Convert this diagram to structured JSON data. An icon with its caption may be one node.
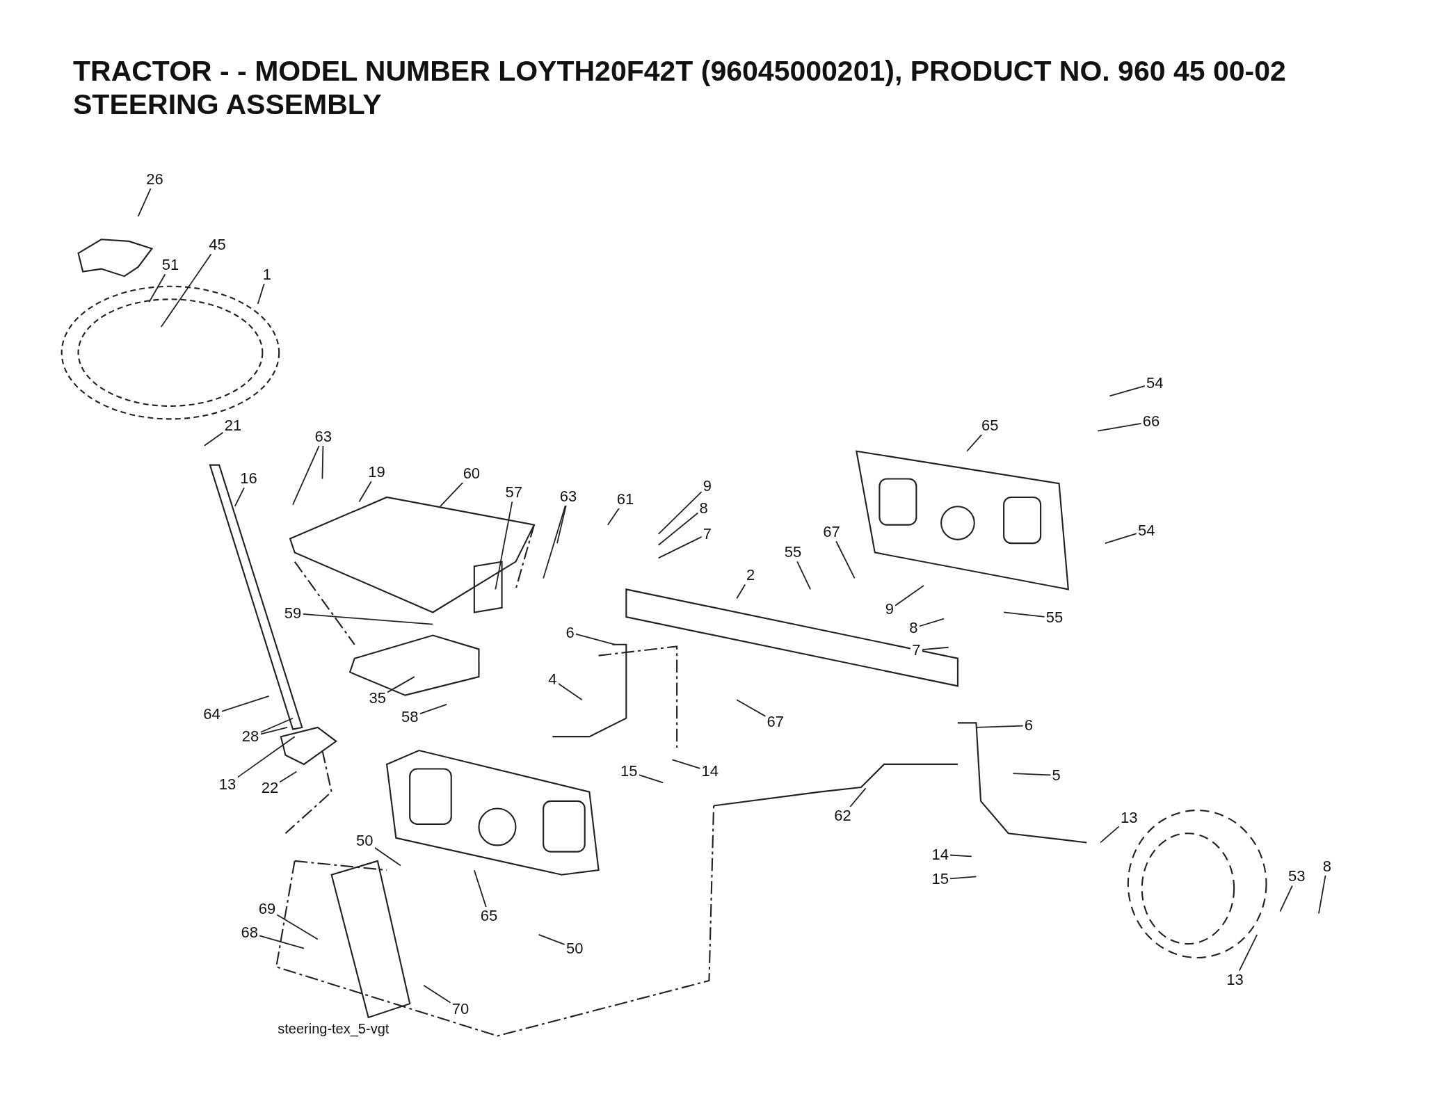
{
  "diagram": {
    "title": "TRACTOR - - MODEL NUMBER LOYTH20F42T (96045000201), PRODUCT NO. 960 45 00-02 STEERING ASSEMBLY",
    "nodes": [
      {
        "text": [
          "26"
        ]
      },
      {
        "text": [
          "45"
        ]
      },
      {
        "text": [
          "51"
        ]
      },
      {
        "text": [
          "1"
        ]
      },
      {
        "text": [
          "54"
        ]
      },
      {
        "text": [
          "66"
        ]
      },
      {
        "text": [
          "65"
        ]
      },
      {
        "text": [
          "21"
        ]
      },
      {
        "text": [
          "63"
        ]
      },
      {
        "text": [
          "19"
        ]
      },
      {
        "text": [
          "60"
        ]
      },
      {
        "text": [
          "16"
        ]
      },
      {
        "text": [
          "9"
        ]
      },
      {
        "text": [
          "57"
        ]
      },
      {
        "text": [
          "63"
        ]
      },
      {
        "text": [
          "61"
        ]
      },
      {
        "text": [
          "8"
        ]
      },
      {
        "text": [
          "7"
        ]
      },
      {
        "text": [
          "54"
        ]
      },
      {
        "text": [
          "67"
        ]
      },
      {
        "text": [
          "55"
        ]
      },
      {
        "text": [
          "2"
        ]
      },
      {
        "text": [
          "9"
        ]
      },
      {
        "text": [
          "8"
        ]
      },
      {
        "text": [
          "55"
        ]
      },
      {
        "text": [
          "59"
        ]
      },
      {
        "text": [
          "6"
        ]
      },
      {
        "text": [
          "7"
        ]
      },
      {
        "text": [
          "4"
        ]
      },
      {
        "text": [
          "35"
        ]
      },
      {
        "text": [
          "58"
        ]
      },
      {
        "text": [
          "67"
        ]
      },
      {
        "text": [
          "64"
        ]
      },
      {
        "text": [
          "28"
        ]
      },
      {
        "text": [
          "6"
        ]
      },
      {
        "text": [
          "15"
        ]
      },
      {
        "text": [
          "14"
        ]
      },
      {
        "text": [
          "13"
        ]
      },
      {
        "text": [
          "22"
        ]
      },
      {
        "text": [
          "5"
        ]
      },
      {
        "text": [
          "62"
        ]
      },
      {
        "text": [
          "13"
        ]
      },
      {
        "text": [
          "14"
        ]
      },
      {
        "text": [
          "50"
        ]
      },
      {
        "text": [
          "53"
        ]
      },
      {
        "text": [
          "8"
        ]
      },
      {
        "text": [
          "15"
        ]
      },
      {
        "text": [
          "69"
        ]
      },
      {
        "text": [
          "68"
        ]
      },
      {
        "text": [
          "65"
        ]
      },
      {
        "text": [
          "50"
        ]
      },
      {
        "text": [
          "13"
        ]
      },
      {
        "text": [
          "70"
        ]
      }
    ],
    "edges": [
      {
        "from": 0,
        "to": null,
        "arrow": "none"
      },
      {
        "from": 1,
        "to": null,
        "arrow": "none"
      },
      {
        "from": 2,
        "to": null,
        "arrow": "none"
      },
      {
        "from": 3,
        "to": null,
        "arrow": "none"
      },
      {
        "from": 4,
        "to": null,
        "arrow": "none"
      },
      {
        "from": 5,
        "to": null,
        "arrow": "none"
      },
      {
        "from": 6,
        "to": null,
        "arrow": "none"
      },
      {
        "from": 7,
        "to": null,
        "arrow": "none"
      },
      {
        "from": 8,
        "to": null,
        "arrow": "none"
      },
      {
        "from": 8,
        "to": null,
        "arrow": "none"
      },
      {
        "from": 9,
        "to": null,
        "arrow": "none"
      },
      {
        "from": 10,
        "to": null,
        "arrow": "none"
      },
      {
        "from": 11,
        "to": null,
        "arrow": "none"
      },
      {
        "from": 12,
        "to": null,
        "arrow": "none"
      },
      {
        "from": 13,
        "to": null,
        "arrow": "none"
      },
      {
        "from": 14,
        "to": null,
        "arrow": "none"
      },
      {
        "from": 14,
        "to": null,
        "arrow": "none"
      },
      {
        "from": 15,
        "to": null,
        "arrow": "none"
      },
      {
        "from": 16,
        "to": null,
        "arrow": "none"
      },
      {
        "from": 17,
        "to": null,
        "arrow": "none"
      },
      {
        "from": 18,
        "to": null,
        "arrow": "none"
      },
      {
        "from": 19,
        "to": null,
        "arrow": "none"
      },
      {
        "from": 20,
        "to": null,
        "arrow": "none"
      },
      {
        "from": 21,
        "to": null,
        "arrow": "none"
      },
      {
        "from": 22,
        "to": null,
        "arrow": "none"
      },
      {
        "from": 23,
        "to": null,
        "arrow": "none"
      },
      {
        "from": 24,
        "to": null,
        "arrow": "none"
      },
      {
        "from": 25,
        "to": null,
        "arrow": "none"
      },
      {
        "from": 26,
        "to": null,
        "arrow": "none"
      },
      {
        "from": 27,
        "to": null,
        "arrow": "none"
      },
      {
        "from": 28,
        "to": null,
        "arrow": "none"
      },
      {
        "from": 29,
        "to": null,
        "arrow": "none"
      },
      {
        "from": 30,
        "to": null,
        "arrow": "none"
      },
      {
        "from": 31,
        "to": null,
        "arrow": "none"
      },
      {
        "from": 32,
        "to": null,
        "arrow": "none"
      },
      {
        "from": 33,
        "to": null,
        "arrow": "none"
      },
      {
        "from": 33,
        "to": null,
        "arrow": "none"
      },
      {
        "from": 34,
        "to": null,
        "arrow": "none"
      },
      {
        "from": 35,
        "to": null,
        "arrow": "none"
      },
      {
        "from": 36,
        "to": null,
        "arrow": "none"
      },
      {
        "from": 37,
        "to": null,
        "arrow": "none"
      },
      {
        "from": 38,
        "to": null,
        "arrow": "none"
      },
      {
        "from": 39,
        "to": null,
        "arrow": "none"
      },
      {
        "from": 40,
        "to": null,
        "arrow": "none"
      },
      {
        "from": 41,
        "to": null,
        "arrow": "none"
      },
      {
        "from": 42,
        "to": null,
        "arrow": "none"
      },
      {
        "from": 43,
        "to": null,
        "arrow": "none"
      },
      {
        "from": 44,
        "to": null,
        "arrow": "none"
      },
      {
        "from": 45,
        "to": null,
        "arrow": "none"
      },
      {
        "from": 46,
        "to": null,
        "arrow": "none"
      },
      {
        "from": 47,
        "to": null,
        "arrow": "none"
      },
      {
        "from": 48,
        "to": null,
        "arrow": "none"
      },
      {
        "from": 49,
        "to": null,
        "arrow": "none"
      },
      {
        "from": 50,
        "to": null,
        "arrow": "none"
      },
      {
        "from": 51,
        "to": null,
        "arrow": "none"
      },
      {
        "from": 52,
        "to": null,
        "arrow": "none"
      }
    ],
    "labels": [
      "steering-tex_5-vgt"
    ]
  }
}
